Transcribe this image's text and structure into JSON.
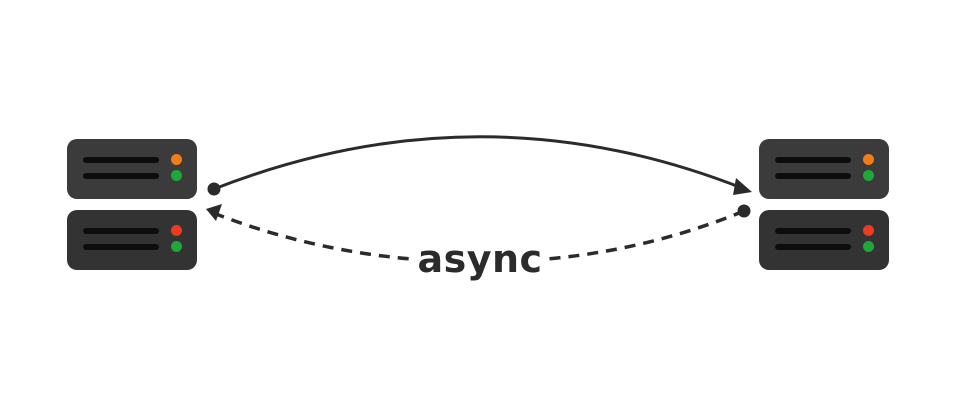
{
  "diagram": {
    "label": "async",
    "colors": {
      "server_top": "#3b3b3b",
      "server_bottom": "#333333",
      "bar": "#0d0d0d",
      "line": "#2b2b2b",
      "light_orange": "#f07d1a",
      "light_green": "#1ea83a",
      "light_red": "#ee3a1e"
    },
    "left_server": {
      "units": [
        {
          "position": "top",
          "lights": [
            "orange",
            "green"
          ]
        },
        {
          "position": "bottom",
          "lights": [
            "red",
            "green"
          ]
        }
      ]
    },
    "right_server": {
      "units": [
        {
          "position": "top",
          "lights": [
            "orange",
            "green"
          ]
        },
        {
          "position": "bottom",
          "lights": [
            "red",
            "green"
          ]
        }
      ]
    },
    "connections": [
      {
        "from": "left_server",
        "to": "right_server",
        "style": "solid",
        "direction": "left-to-right",
        "shape": "arc-up"
      },
      {
        "from": "right_server",
        "to": "left_server",
        "style": "dashed",
        "direction": "right-to-left",
        "shape": "arc-down",
        "label": "async"
      }
    ]
  }
}
